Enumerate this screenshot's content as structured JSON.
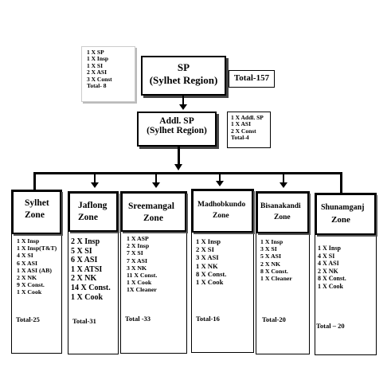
{
  "top": {
    "sp_label": "SP",
    "sp_region": "(Sylhet Region)",
    "total": "Total-157",
    "sp_staff": [
      "1 X SP",
      "1 X Insp",
      "1 X SI",
      "2 X ASI",
      "3 X Const",
      "Total- 8"
    ]
  },
  "addl": {
    "label": "Addl. SP",
    "region": "(Sylhet Region)",
    "staff": [
      "1 X Addl. SP",
      "1 X ASI",
      "2 X Const",
      "Total-4"
    ]
  },
  "zones": [
    {
      "name1": "Sylhet",
      "name2": "Zone",
      "staff": [
        "1 X Insp",
        "1 X Insp(T&T)",
        "4 X SI",
        "6 X ASI",
        "1 X ASI (AB)",
        "2 X NK",
        "9   X Const.",
        "1 X Cook"
      ],
      "total": "Total-25"
    },
    {
      "name1": "Jaflong",
      "name2": "Zone",
      "staff": [
        "2 X Insp",
        "5 X SI",
        "6 X ASI",
        "1 X ATSI",
        "2 X NK",
        "14 X Const.",
        "1 X Cook"
      ],
      "total": "Total-31"
    },
    {
      "name1": "Sreemangal",
      "name2": "Zone",
      "staff": [
        "1 X ASP",
        "2 X Insp",
        "7 X SI",
        "7 X ASI",
        "3 X NK",
        "11 X Const.",
        "1 X Cook",
        "1X Cleaner"
      ],
      "total": "Total -33"
    },
    {
      "name1": "Madhobkundo",
      "name2": "Zone",
      "staff": [
        "1 X Insp",
        "2 X SI",
        "3 X ASI",
        "1 X NK",
        "8 X Const.",
        "1 X Cook"
      ],
      "total": "Total-16"
    },
    {
      "name1": "Bisanakandi",
      "name2": "Zone",
      "staff": [
        "1 X Insp",
        "3 X SI",
        "5 X ASI",
        "2 X  NK",
        "8 X Const.",
        "1 X Cleaner"
      ],
      "total": "Total-20"
    },
    {
      "name1": "Shunamganj",
      "name2": "Zone",
      "staff": [
        "1 X Insp",
        "4 X SI",
        "4 X ASI",
        "2 X NK",
        "8 X Const.",
        "1 X Cook"
      ],
      "total": "Total – 20"
    }
  ]
}
